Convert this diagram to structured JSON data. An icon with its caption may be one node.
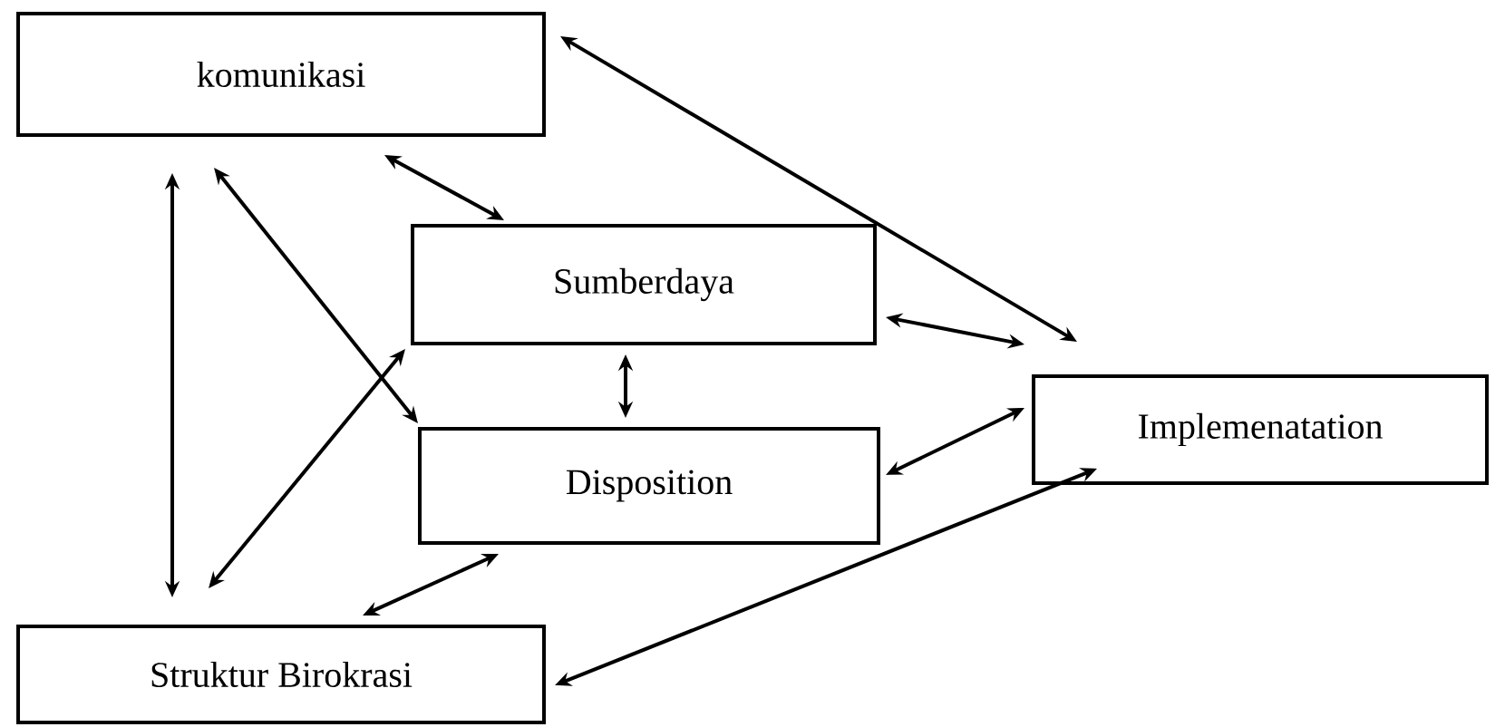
{
  "diagram": {
    "nodes": [
      {
        "text": [
          "komunikasi"
        ]
      },
      {
        "text": [
          "Sumberdaya"
        ]
      },
      {
        "text": [
          "Disposition"
        ]
      },
      {
        "text": [
          "Implemenatation"
        ]
      },
      {
        "text": [
          "Struktur Birokrasi"
        ]
      }
    ],
    "edges": [
      {
        "from": 0,
        "to": 3,
        "arrow": "both"
      },
      {
        "from": 0,
        "to": 1,
        "arrow": "both"
      },
      {
        "from": 0,
        "to": 2,
        "arrow": "both"
      },
      {
        "from": 0,
        "to": 4,
        "arrow": "both"
      },
      {
        "from": 1,
        "to": 4,
        "arrow": "both"
      },
      {
        "from": 1,
        "to": 2,
        "arrow": "both"
      },
      {
        "from": 1,
        "to": 3,
        "arrow": "both"
      },
      {
        "from": 2,
        "to": 3,
        "arrow": "both"
      },
      {
        "from": 2,
        "to": 4,
        "arrow": "both"
      },
      {
        "from": 4,
        "to": 3,
        "arrow": "both"
      }
    ]
  }
}
